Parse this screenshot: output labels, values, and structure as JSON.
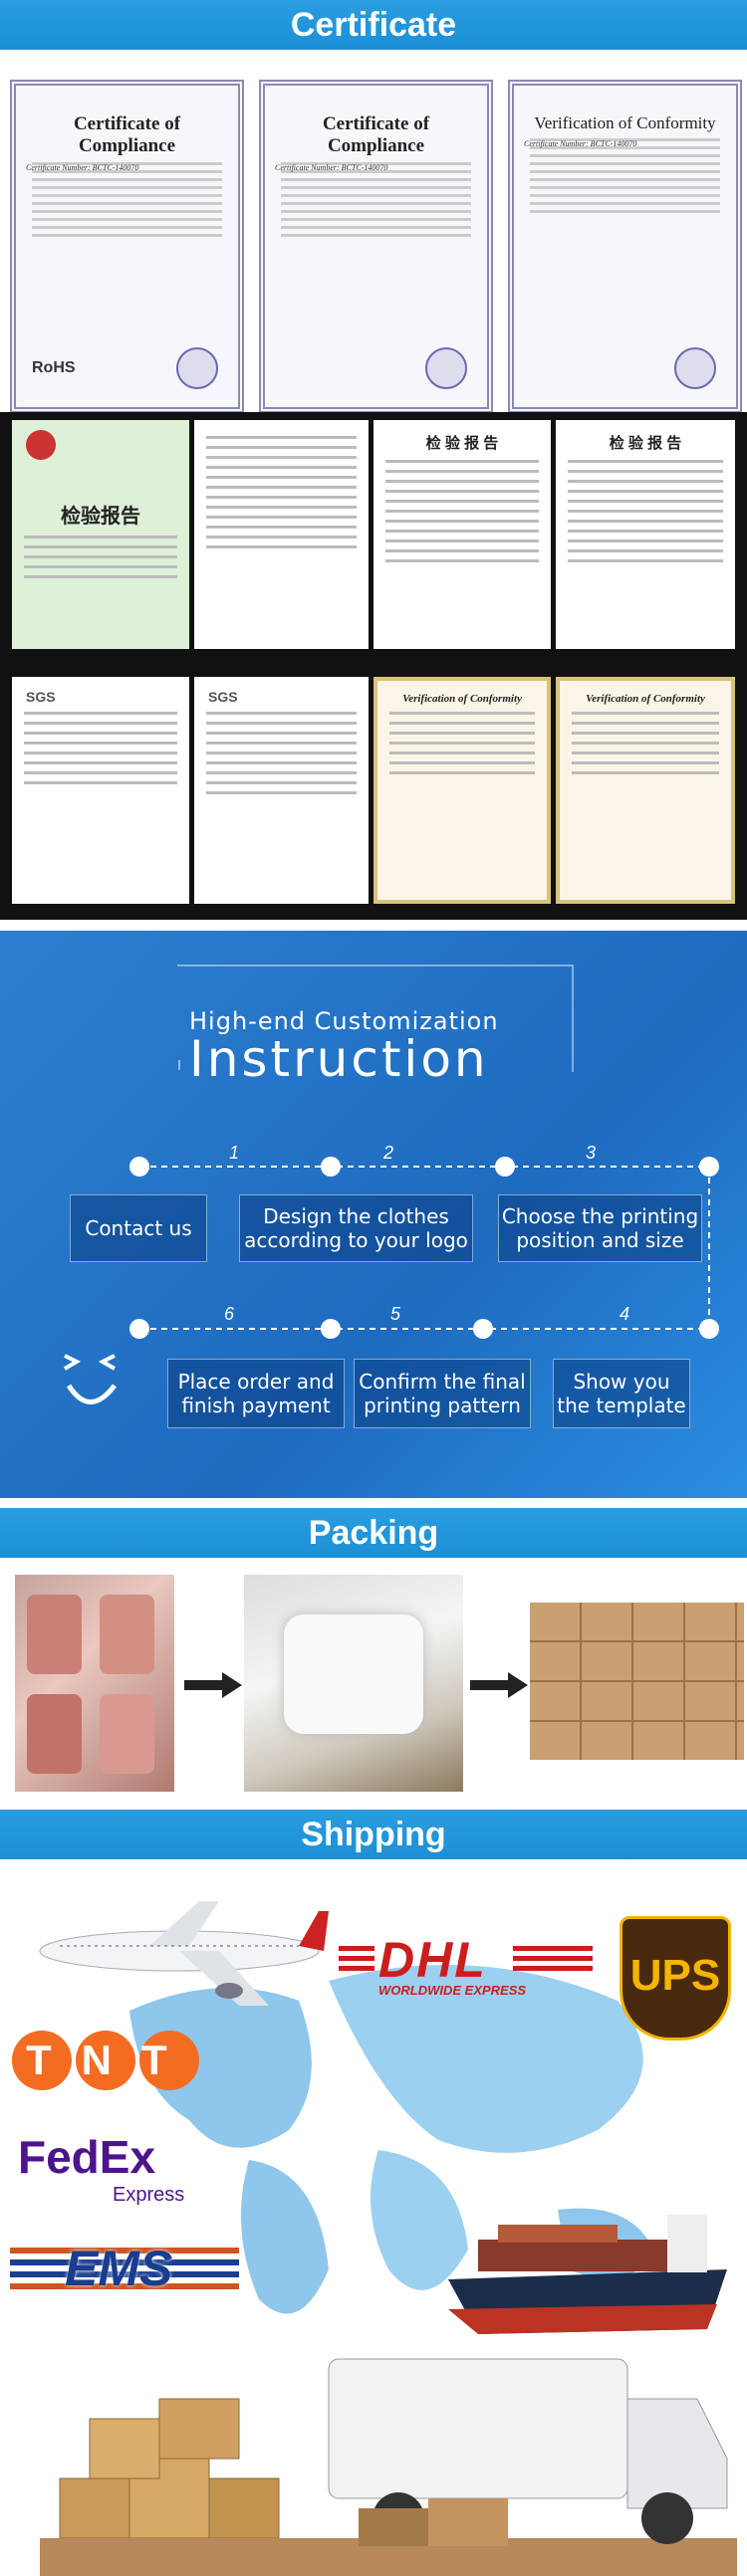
{
  "sections": {
    "certificate": "Certificate",
    "packing": "Packing",
    "shipping": "Shipping"
  },
  "certificates": [
    {
      "title": "Certificate of Compliance",
      "number": "Certificate Number: BCTC-140070",
      "mark": "RoHS"
    },
    {
      "title": "Certificate of Compliance",
      "number": "Certificate Number: BCTC-140070",
      "mark": ""
    },
    {
      "title": "Verification of Conformity",
      "number": "Certificate Number: BCTC-140070",
      "mark": ""
    }
  ],
  "reports": [
    {
      "title": "检验报告"
    },
    {
      "title": "检 验 报 告"
    },
    {
      "title": "检 验 报 告"
    }
  ],
  "sgs_docs": [
    {
      "title": "SGS"
    },
    {
      "title": "SGS"
    },
    {
      "title": "Verification of Conformity"
    },
    {
      "title": "Verification of Conformity"
    }
  ],
  "instruction": {
    "subtitle": "High-end Customization",
    "title": "Instruction",
    "steps": [
      {
        "num": "1",
        "label": "Contact us"
      },
      {
        "num": "2",
        "label": "Design the clothes according to your logo"
      },
      {
        "num": "3",
        "label": "Choose the printing position and size"
      },
      {
        "num": "4",
        "label": "Show you the template"
      },
      {
        "num": "5",
        "label": "Confirm the final printing pattern"
      },
      {
        "num": "6",
        "label": "Place order and finish payment"
      }
    ]
  },
  "carriers": {
    "dhl": "DHL",
    "dhl_sub": "WORLDWIDE EXPRESS",
    "ups": "UPS",
    "tnt": "TNT",
    "fedex": "FedEx",
    "fedex_sub": "Express",
    "ems": "EMS"
  },
  "colors": {
    "banner": "#1c8fd6",
    "instruction_bg": "#1e6bc0",
    "dhl_red": "#cc1d1d",
    "ups_brown": "#4a2a0e",
    "ups_gold": "#f4b400",
    "tnt_orange": "#f36c21",
    "fedex_purple": "#4d148c",
    "fedex_orange": "#ff6600",
    "ems_blue": "#1a3d8f"
  }
}
